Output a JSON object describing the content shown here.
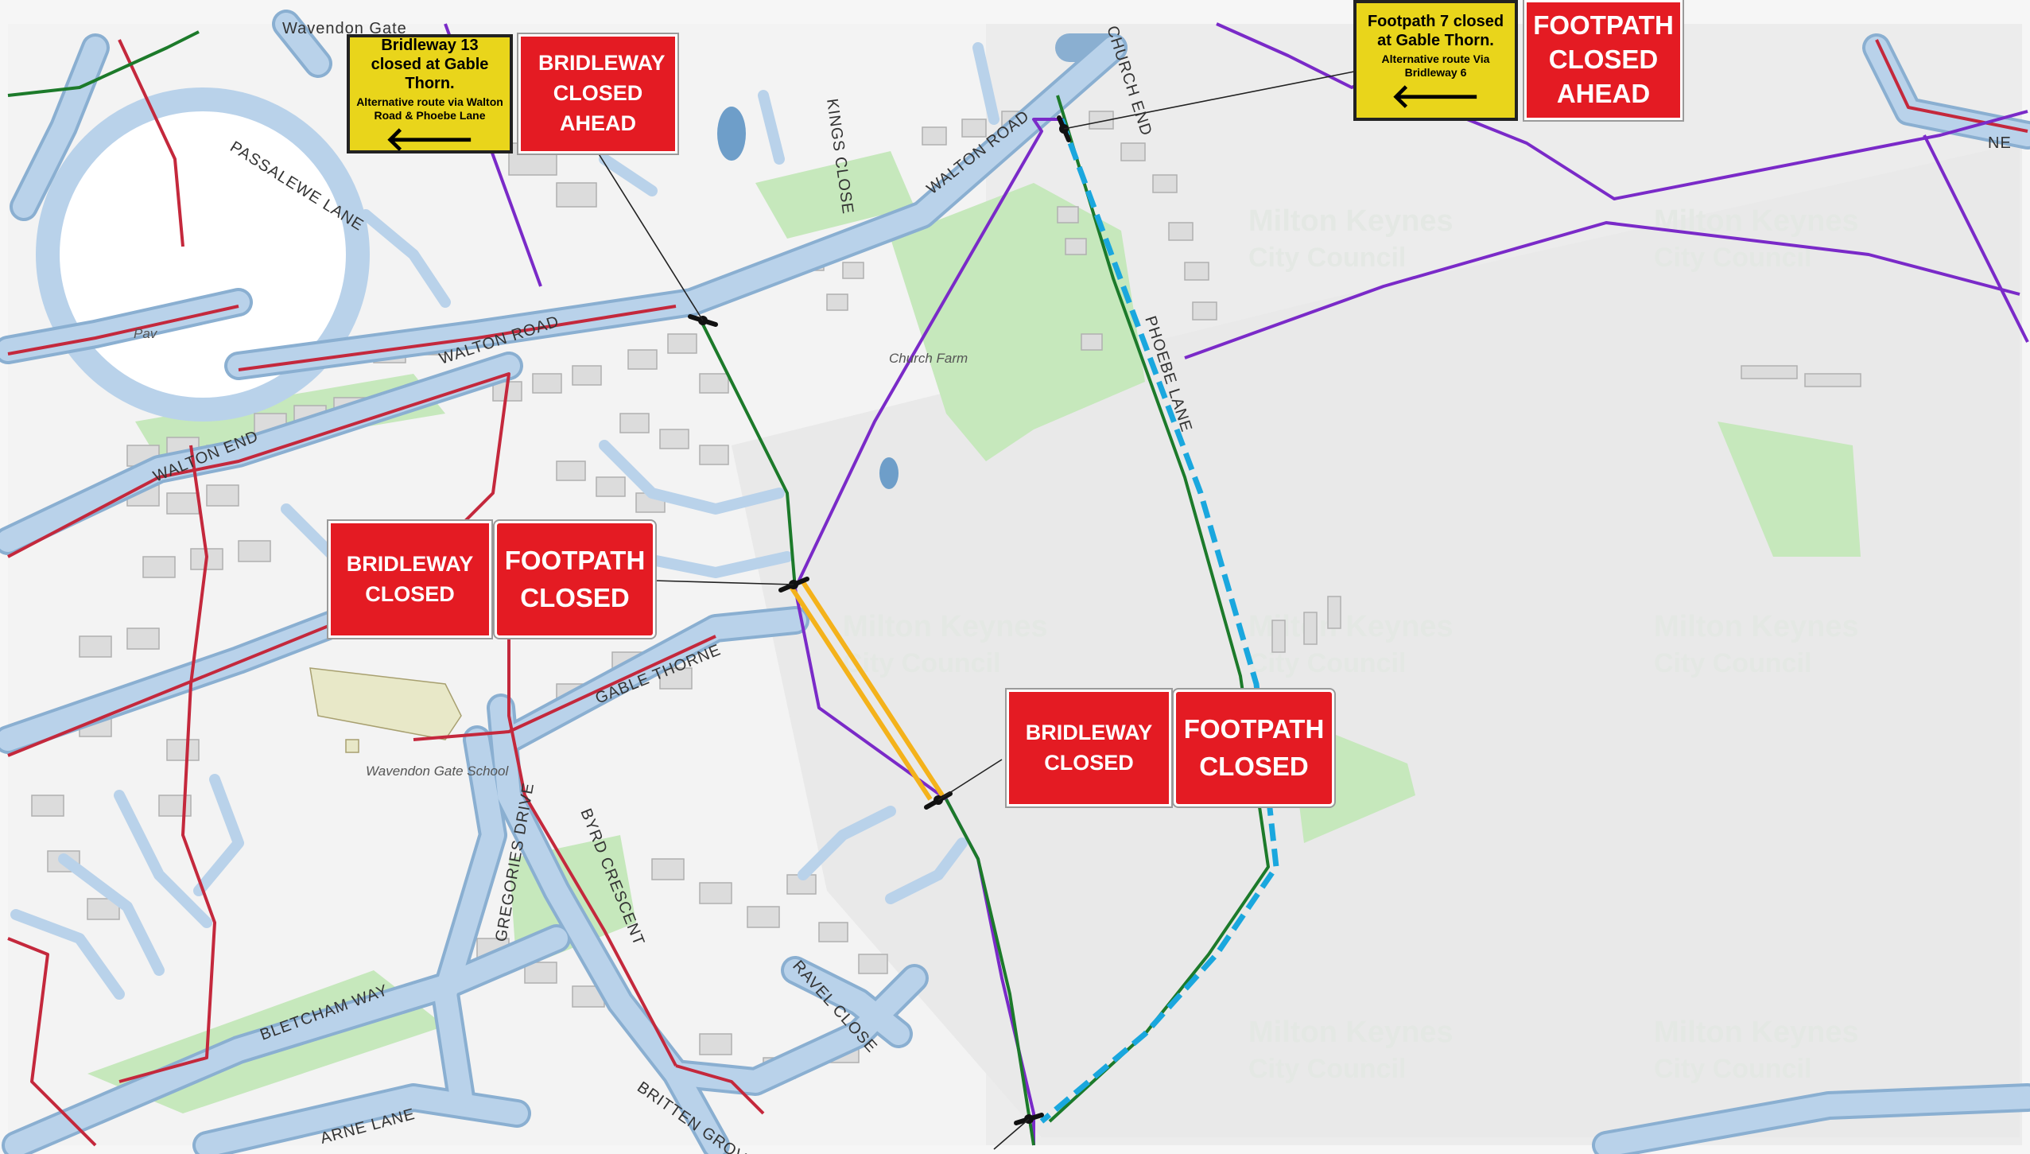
{
  "map": {
    "roads": [
      "Wavendon Gate",
      "PASSALEWE LANE",
      "WALTON ROAD",
      "WALTON ROAD",
      "KINGS CLOSE",
      "CHURCH END",
      "WALTON END",
      "GABLE THORNE",
      "BYRD CRESCENT",
      "GREGORIES DRIVE",
      "BLETCHAM WAY",
      "RAVEL CLOSE",
      "BRITTEN GROVE",
      "ARNE LANE",
      "PHOEBE LANE",
      "NE"
    ],
    "places": [
      "Pav",
      "Church Farm",
      "Wavendon Gate School"
    ],
    "watermark": {
      "line1": "Milton Keynes",
      "line2": "City Council"
    },
    "colors": {
      "road_fill": "#b9d2ea",
      "road_casing": "#8aafd1",
      "bridleway": "#7a2ac8",
      "footpath": "#1c7a2a",
      "red_route": "#c4283c",
      "closed_section": "#f4b21b",
      "alternative_route": "#1aa7de",
      "park": "#c6e8bc",
      "building": "#dcdcdc"
    }
  },
  "signs": {
    "yellow_bridleway": {
      "title": "Bridleway 13 closed at Gable Thorn.",
      "subtitle": "Alternative route via Walton Road & Phoebe Lane",
      "arrow": "🡐"
    },
    "bridleway_ahead": {
      "text": "BRIDLEWAY CLOSED AHEAD"
    },
    "yellow_footpath": {
      "title": "Footpath 7 closed at Gable Thorn.",
      "subtitle": "Alternative route Via Bridleway 6",
      "arrow": "🡐"
    },
    "footpath_ahead": {
      "text": "FOOTPATH CLOSED AHEAD"
    },
    "bridleway_closed_1": {
      "text": "BRIDLEWAY CLOSED"
    },
    "footpath_closed_1": {
      "text": "FOOTPATH CLOSED"
    },
    "bridleway_closed_2": {
      "text": "BRIDLEWAY CLOSED"
    },
    "footpath_closed_2": {
      "text": "FOOTPATH CLOSED"
    }
  }
}
